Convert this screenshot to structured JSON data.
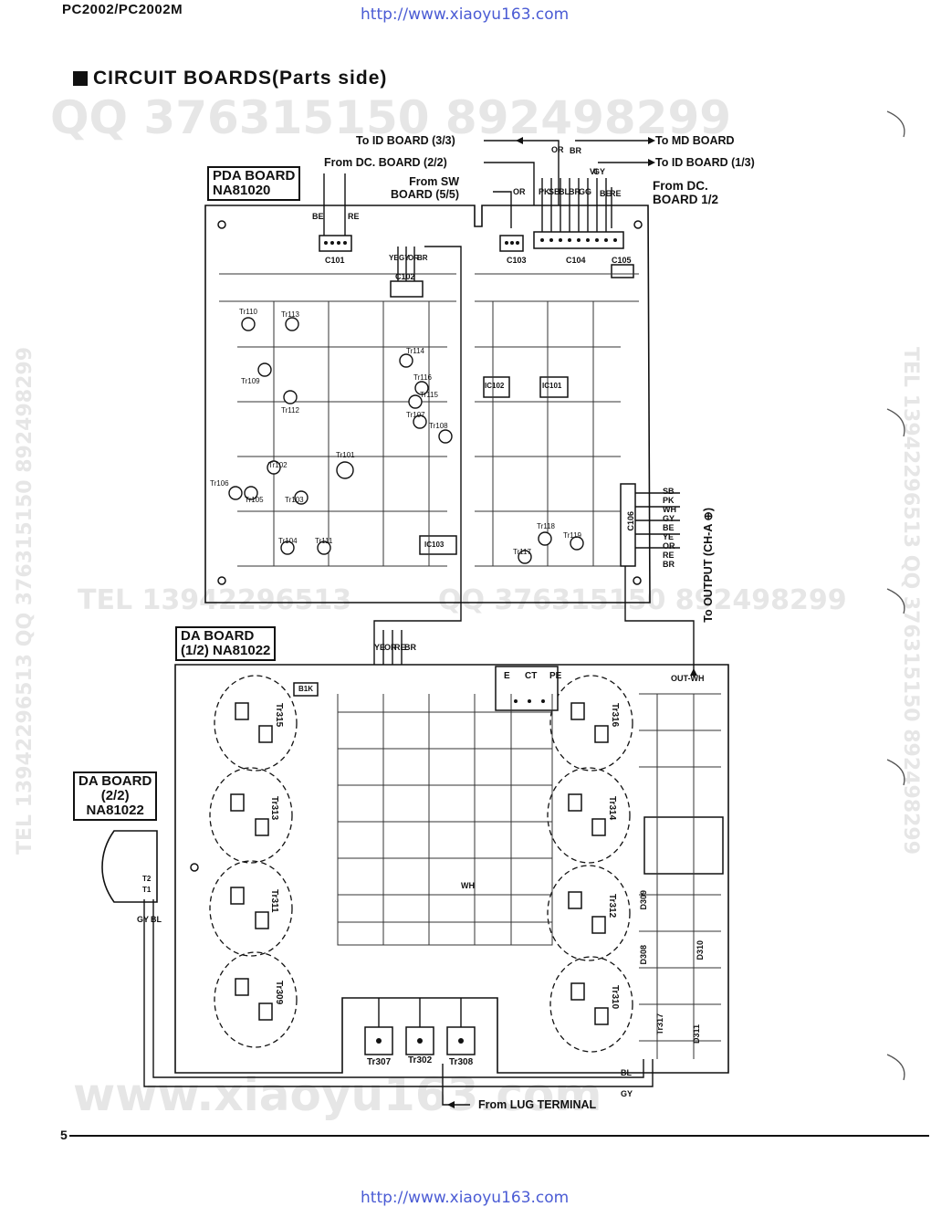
{
  "header": {
    "model": "PC2002/PC2002M",
    "url": "http://www.xiaoyu163.com"
  },
  "heading": "CIRCUIT BOARDS(Parts side)",
  "watermarks": {
    "qq": "QQ 376315150   892498299",
    "tel": "TEL 13942296513",
    "tel_qq": "QQ 376315150  892498299",
    "www": "www.xiaoyu163.com",
    "side_left": "TEL 13942296513  QQ 376315150  892498299",
    "side_right": "TEL 13942296513  QQ 376315150  892498299"
  },
  "boards": {
    "pda": "PDA BOARD\nNA81020",
    "da12": "DA BOARD\n(1/2) NA81022",
    "da22": "DA BOARD\n(2/2)\nNA81022"
  },
  "connections": {
    "to_id_33": "To ID BOARD (3/3)",
    "from_dc_22": "From DC. BOARD (2/2)",
    "from_sw": "From SW\nBOARD (5/5)",
    "to_md": "To MD BOARD",
    "to_id_13": "To ID BOARD (1/3)",
    "from_dc_12": "From DC.\nBOARD 1/2",
    "to_output": "To OUTPUT (CH-A ⊕)",
    "from_lug": "From LUG TERMINAL"
  },
  "wire_colors_top": [
    "OR",
    "BR",
    "GY",
    "PK",
    "SB",
    "BL",
    "BR",
    "GG",
    "VI",
    "BE",
    "RE",
    "OR"
  ],
  "wire_colors_pda_top": [
    "BE",
    "RE"
  ],
  "wire_colors_c102": [
    "YE",
    "GY",
    "OR",
    "BR"
  ],
  "wire_colors_da": [
    "YE",
    "OR",
    "RE",
    "BR"
  ],
  "wire_colors_c106": [
    "SB",
    "PK",
    "WH",
    "GY",
    "BE",
    "YE",
    "OR",
    "RE",
    "BR"
  ],
  "wire_colors_bottom": [
    "GY",
    "BL"
  ],
  "wire_labels_misc": [
    "GY",
    "BL",
    "WH",
    "OUT-WH"
  ],
  "connectors": [
    "C101",
    "C102",
    "C103",
    "C104",
    "C105",
    "C106"
  ],
  "transistors_pda": [
    "Tr110",
    "Tr113",
    "Tr114",
    "Tr116",
    "Tr109",
    "Tr112",
    "Tr115",
    "Tr107",
    "Tr108",
    "Tr101",
    "Tr102",
    "Tr106",
    "Tr105",
    "Tr103",
    "Tr104",
    "Tr111",
    "Tr118",
    "Tr117",
    "Tr119"
  ],
  "ics": [
    "IC102",
    "IC101",
    "IC103"
  ],
  "power_transistors": [
    "Tr315",
    "Tr313",
    "Tr311",
    "Tr309",
    "Tr316",
    "Tr314",
    "Tr312",
    "Tr310"
  ],
  "bottom_transistors": [
    "Tr307",
    "Tr302",
    "Tr308"
  ],
  "da_terminals": [
    "E",
    "CT",
    "PE"
  ],
  "da_misc": [
    "B1K",
    "T1",
    "T2",
    "Tr317",
    "D311",
    "D309",
    "D310",
    "D308"
  ],
  "page_number": "5"
}
